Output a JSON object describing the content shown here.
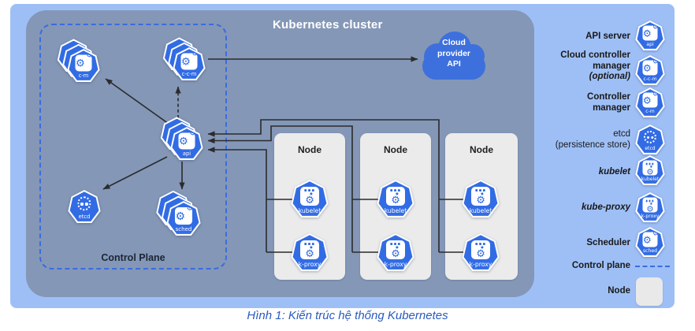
{
  "diagram": {
    "title": "Kubernetes cluster",
    "control_plane_label": "Control Plane",
    "cloud": {
      "lines": [
        "Cloud",
        "provider",
        "API"
      ]
    },
    "component_labels": {
      "cm": "c-m",
      "ccm": "c-c-m",
      "api": "api",
      "etcd": "etcd",
      "sched": "sched",
      "kubelet": "kubelet",
      "kproxy": "k-proxy"
    },
    "nodes": [
      {
        "title": "Node"
      },
      {
        "title": "Node"
      },
      {
        "title": "Node"
      }
    ]
  },
  "legend": {
    "items": [
      {
        "lines": [
          "API server"
        ]
      },
      {
        "lines": [
          "Cloud controller",
          "manager",
          "(optional)"
        ]
      },
      {
        "lines": [
          "Controller",
          "manager"
        ]
      },
      {
        "lines": [
          "etcd",
          "(persistence store)"
        ]
      },
      {
        "lines": [
          "kubelet"
        ]
      },
      {
        "lines": [
          "kube-proxy"
        ]
      },
      {
        "lines": [
          "Scheduler"
        ]
      },
      {
        "lines": [
          "Control plane"
        ]
      },
      {
        "lines": [
          "Node"
        ]
      }
    ]
  },
  "caption": "Hình 1: Kiến trúc hệ thống Kubernetes",
  "colors": {
    "kubernetes_blue": "#326ce5",
    "cluster_background": "#8497b7",
    "outer_background": "#9ebff6",
    "node_background": "#ebebeb",
    "dashed_accent": "#3a6ce0",
    "cloud_blue": "#3d70dd",
    "arrow": "#2b2b2b",
    "caption_text": "#2a5bbd"
  }
}
